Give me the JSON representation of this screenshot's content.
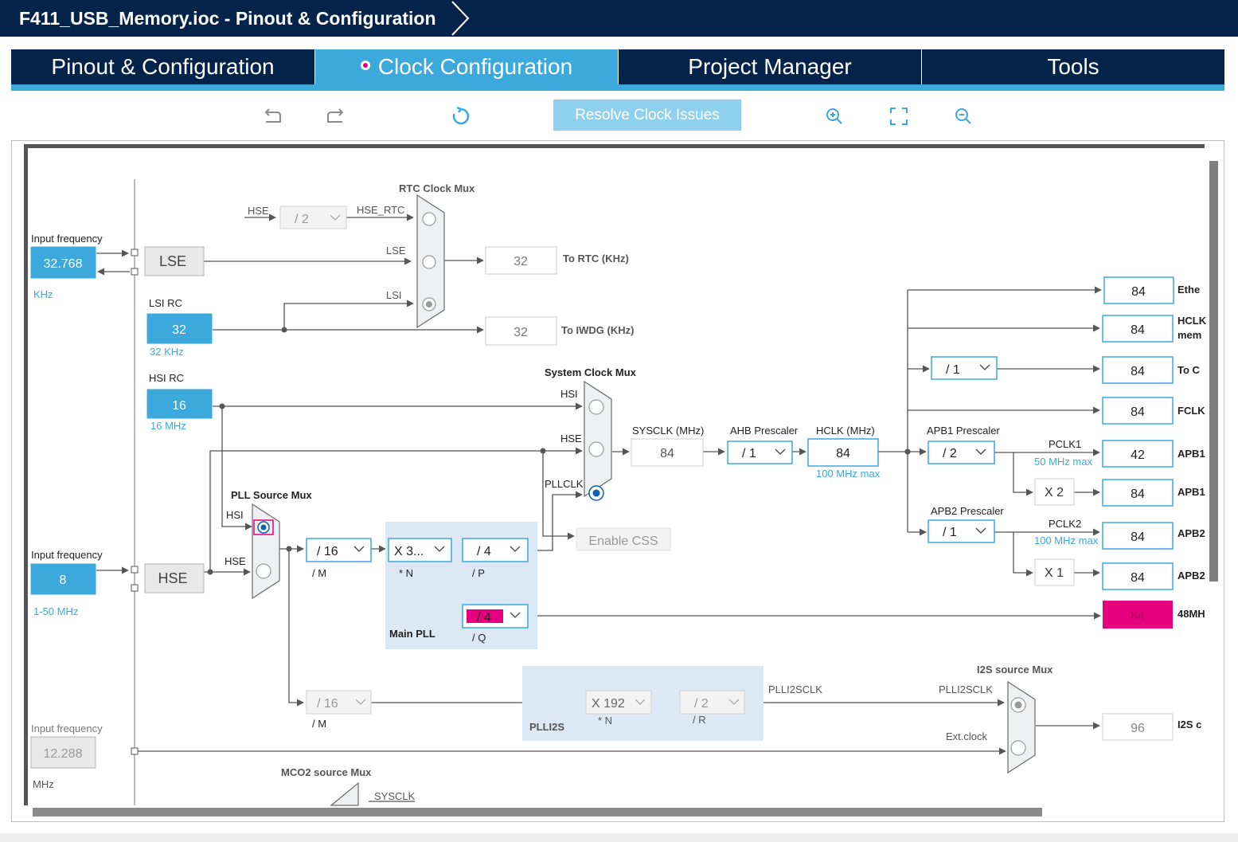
{
  "window": {
    "title": "F411_USB_Memory.ioc - Pinout & Configuration"
  },
  "tabs": [
    {
      "label": "Pinout & Configuration",
      "active": false
    },
    {
      "label": "Clock Configuration",
      "active": true
    },
    {
      "label": "Project Manager",
      "active": false
    },
    {
      "label": "Tools",
      "active": false
    }
  ],
  "toolbar": {
    "undo_icon": "undo-icon",
    "redo_icon": "redo-icon",
    "reset_icon": "refresh-icon",
    "resolve_label": "Resolve Clock Issues",
    "zoom_in_icon": "zoom-in-icon",
    "fit_icon": "fit-screen-icon",
    "zoom_out_icon": "zoom-out-icon"
  },
  "colors": {
    "navy": "#03234b",
    "accent": "#3ca9dd",
    "error": "#e6007e",
    "input_bg": "#3ca9dd",
    "box_border": "#3ca9dd"
  },
  "diagram": {
    "rtc_mux": "RTC Clock Mux",
    "sys_mux": "System Clock Mux",
    "pll_src_mux": "PLL Source Mux",
    "i2s_mux": "I2S source Mux",
    "mco2_mux": "MCO2 source Mux",
    "input_freq_label": "Input frequency",
    "lse": {
      "freq": "32.768",
      "unit": "KHz",
      "label": "LSE"
    },
    "lsi": {
      "title": "LSI RC",
      "value": "32",
      "unit": "32 KHz"
    },
    "hsi": {
      "title": "HSI RC",
      "value": "16",
      "unit": "16 MHz"
    },
    "hse": {
      "freq": "8",
      "unit": "1-50 MHz",
      "label": "HSE"
    },
    "ext": {
      "freq": "12.288",
      "unit": "MHz"
    },
    "sig": {
      "hse": "HSE",
      "hse_rtc": "HSE_RTC",
      "lse": "LSE",
      "lsi": "LSI",
      "hsi": "HSI",
      "pllclk": "PLLCLK",
      "plli2sclk": "PLLI2SCLK",
      "ext_clock": "Ext.clock",
      "sysclk": "SYSCLK"
    },
    "rtc_div": "/ 2",
    "rtc_out": {
      "value": "32",
      "label": "To RTC (KHz)"
    },
    "iwdg_out": {
      "value": "32",
      "label": "To IWDG (KHz)"
    },
    "enable_css": "Enable CSS",
    "pll": {
      "m": "/ 16",
      "m_label": "/ M",
      "n": "X 3...",
      "n_label": "* N",
      "p": "/ 4",
      "p_label": "/ P",
      "q": "/ 4",
      "q_label": "/ Q",
      "title": "Main PLL"
    },
    "plli2s": {
      "m": "/ 16",
      "m_label": "/ M",
      "n": "X 192",
      "n_label": "* N",
      "r": "/ 2",
      "r_label": "/ R",
      "title": "PLLI2S"
    },
    "sysclk": {
      "label": "SYSCLK (MHz)",
      "value": "84"
    },
    "ahb": {
      "label": "AHB Prescaler",
      "value": "/ 1"
    },
    "hclk": {
      "label": "HCLK (MHz)",
      "value": "84",
      "max": "100 MHz max"
    },
    "apb1": {
      "label": "APB1 Prescaler",
      "value": "/ 2",
      "pclk": "PCLK1",
      "max": "50 MHz max",
      "timer_mul": "X 2"
    },
    "apb2": {
      "label": "APB2 Prescaler",
      "value": "/ 1",
      "pclk": "PCLK2",
      "max": "100 MHz max",
      "timer_mul": "X 1"
    },
    "cortex_div": "/ 1",
    "outputs": [
      {
        "value": "84",
        "label": "Ethe"
      },
      {
        "value": "84",
        "label": "HCLK"
      },
      {
        "value": "84",
        "label": "To C"
      },
      {
        "value": "84",
        "label": "FCLK"
      },
      {
        "value": "42",
        "label": "APB1"
      },
      {
        "value": "84",
        "label": "APB1"
      },
      {
        "value": "84",
        "label": "APB2"
      },
      {
        "value": "84",
        "label": "APB2"
      },
      {
        "value": "84",
        "label": "48MH"
      }
    ],
    "hclk_mem_label": "mem",
    "i2s_out": {
      "value": "96",
      "label": "I2S c"
    }
  }
}
